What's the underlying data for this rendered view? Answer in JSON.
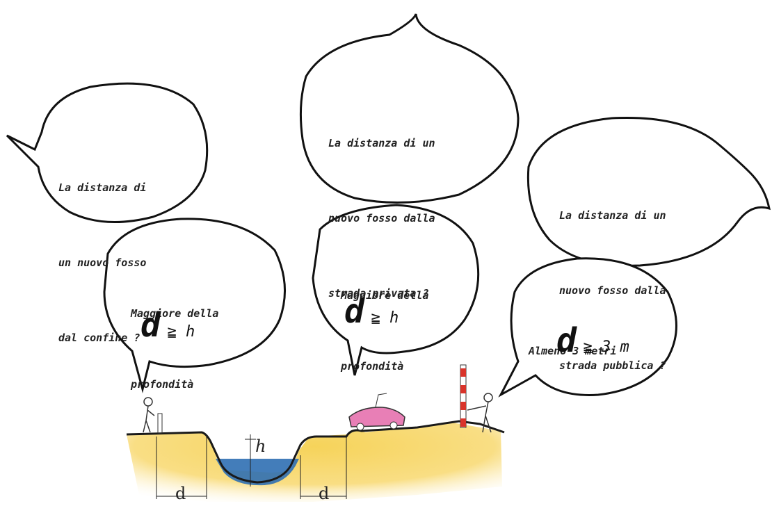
{
  "bubbles": {
    "confine": {
      "question": [
        "La distanza di",
        "un nuovo fosso",
        "dal confine ?"
      ],
      "answer": [
        "Maggiore della",
        "profondità"
      ],
      "formula": {
        "var": "d",
        "rest": "≧ h"
      }
    },
    "privata": {
      "question": [
        "La distanza di un",
        "nuovo fosso dalla",
        "strada privata ?"
      ],
      "answer": [
        "Maggiore della",
        "profondità"
      ],
      "formula": {
        "var": "d",
        "rest": "≧ h"
      }
    },
    "pubblica": {
      "question": [
        "La distanza di un",
        "nuovo fosso dalla",
        "strada pubblica ?"
      ],
      "answer": [
        "Almeno 3 metri"
      ],
      "formula": {
        "var": "d",
        "rest": "≧ 3 m"
      }
    }
  },
  "section": {
    "depth_label": "h",
    "distance_left_label": "d",
    "distance_right_label": "d"
  },
  "colors": {
    "soil": "#f6d35a",
    "water": "#2f6fb3",
    "car": "#e87fb6",
    "pole_red": "#d9342b",
    "ink": "#1a1a1a"
  }
}
